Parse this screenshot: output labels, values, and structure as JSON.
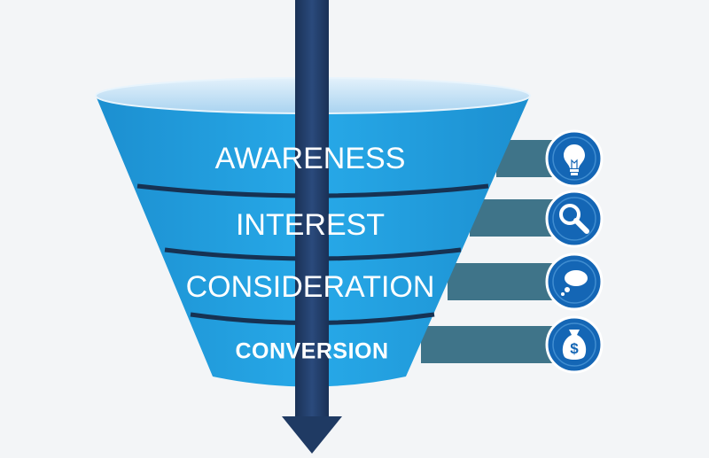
{
  "stages": [
    {
      "label": "AWARENESS",
      "icon": "lightbulb-icon"
    },
    {
      "label": "INTEREST",
      "icon": "magnifying-glass-icon"
    },
    {
      "label": "CONSIDERATION",
      "icon": "speech-bubble-icon"
    },
    {
      "label": "CONVERSION",
      "icon": "money-bag-icon"
    }
  ],
  "colors": {
    "funnel_body": "#1e9fe0",
    "funnel_top_surface": "#b9dcf4",
    "band_divider": "#163253",
    "arrow": "#1f3a63",
    "connector_bar": "#3f7489",
    "icon_circle": "#1466b5"
  }
}
